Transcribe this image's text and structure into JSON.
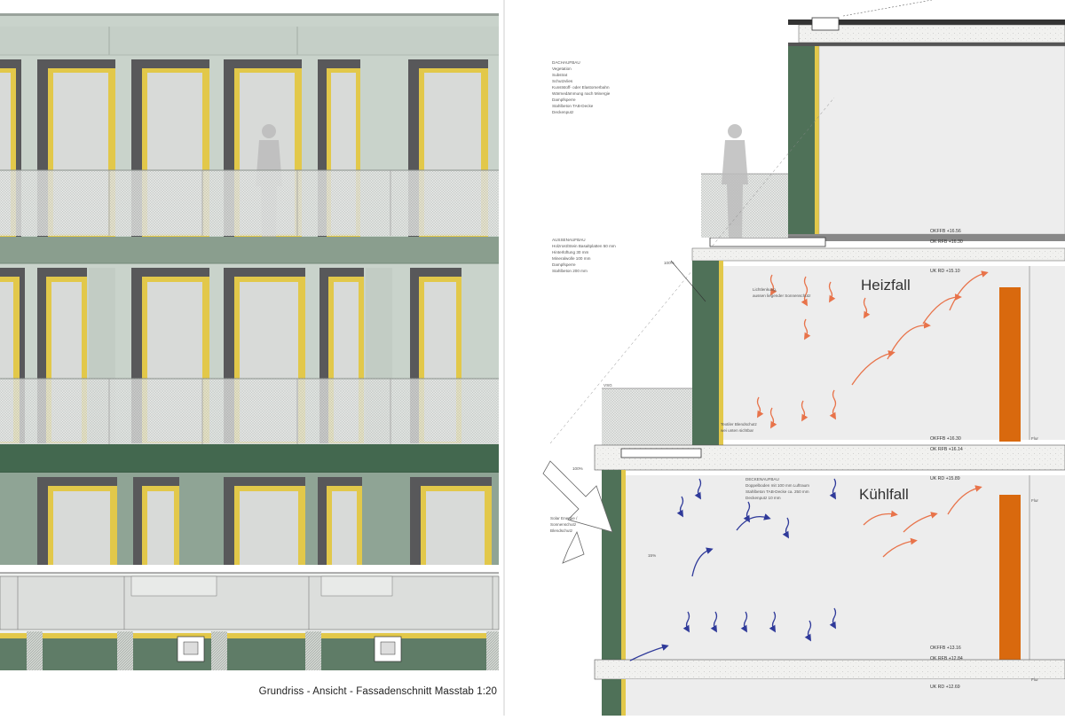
{
  "title": "Grundriss  -  Ansicht  -  Fassadenschnitt Masstab 1:20",
  "labels": {
    "heating": "Heizfall",
    "cooling": "Kühlfall",
    "flur": "Flur",
    "vsg": "VSG",
    "pct_100": "100%",
    "pct_15": "15%",
    "lichtlenkung": "Lichtlenkung,",
    "lichtlenkung_2": "aussen liegender Sonnenschutz",
    "textiler": "Textiler Blendschutz",
    "textiler_2": "wei unten sichtbar",
    "solar": "Solar Energie /",
    "solar_2": "Sonnenschutz",
    "solar_3": "Blendschutz"
  },
  "roof_notes": [
    "DACHAUFBAU",
    "Vegetation",
    "Substrat",
    "Schutzvlies",
    "Kunststoff- oder Elastomerbahn",
    "Wärmedämmung nach Minergie",
    "Dampfsperre",
    "Stahlbeton TAB-Decke",
    "Deckenputz"
  ],
  "terrace_notes": [
    "AUSSENAUFBAU",
    "Holzrost/Stein Basaltplatten 50 mm",
    "Hinterlüftung 30 mm",
    "Mineralwolle 100 mm",
    "Dampfsperre",
    "Stahlbeton 200 mm"
  ],
  "floor_notes": [
    "DECKENAUFBAU",
    "Doppelboden mit 100 mm Luftraum",
    "Stahlbeton TAB-Decke ca. 250 mm",
    "Deckenputz 10 mm"
  ],
  "levels": [
    "OKFFB +16.56",
    "OK RFB +16.30",
    "UK RD +15.10",
    "OKFFB +16.30",
    "OK RFB +16.14",
    "UK RD +15.89",
    "OKFFB +13.16",
    "OK RFB +12.84",
    "UK RD +12.69"
  ]
}
